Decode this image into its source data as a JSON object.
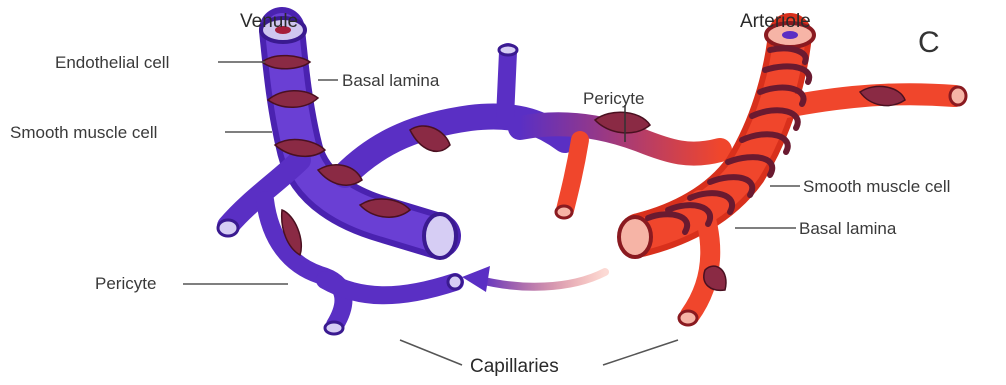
{
  "panel_letter": "C",
  "labels": {
    "venule": "Venule",
    "arteriole": "Arteriole",
    "endothelial_cell": "Endothelial cell",
    "basal_lamina_left": "Basal lamina",
    "smooth_muscle_left": "Smooth muscle cell",
    "pericyte_top": "Pericyte",
    "smooth_muscle_right": "Smooth muscle cell",
    "basal_lamina_right": "Basal lamina",
    "pericyte_left": "Pericyte",
    "capillaries": "Capillaries"
  },
  "colors": {
    "venous": "#5a2fc4",
    "arterial": "#f0462c",
    "muscle": "#8a2a44",
    "line": "#555555"
  }
}
